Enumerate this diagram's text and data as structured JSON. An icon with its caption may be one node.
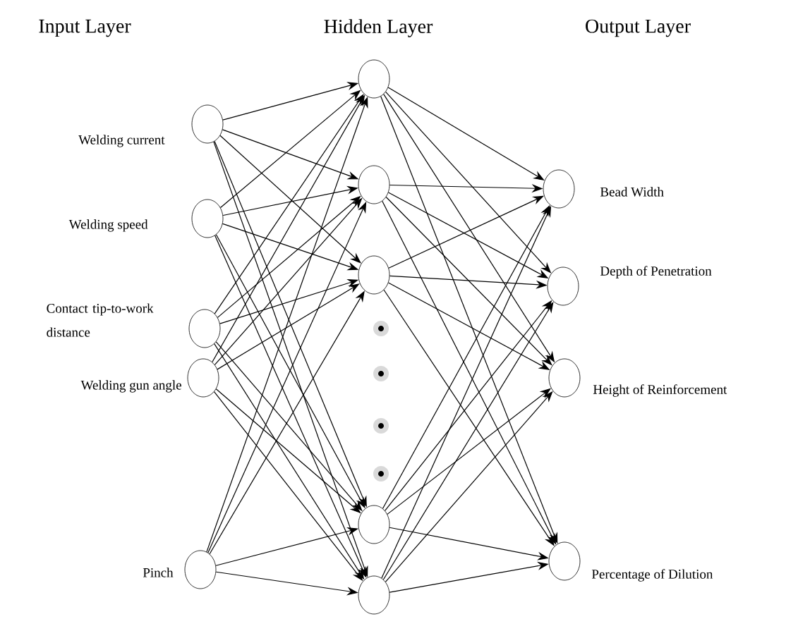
{
  "diagram": {
    "nodes": [
      {
        "text": [],
        "shape": "circle",
        "beside": [
          "Welding current"
        ]
      },
      {
        "text": [],
        "shape": "circle",
        "beside": [
          "Welding speed"
        ]
      },
      {
        "text": [],
        "shape": "circle",
        "beside": [
          "Contact tip-to-work distance"
        ]
      },
      {
        "text": [],
        "shape": "circle",
        "beside": [
          "Welding gun angle"
        ]
      },
      {
        "text": [],
        "shape": "circle",
        "beside": [
          "Pinch"
        ]
      },
      {
        "text": [],
        "shape": "circle"
      },
      {
        "text": [],
        "shape": "circle"
      },
      {
        "text": [],
        "shape": "circle"
      },
      {
        "text": [],
        "shape": "circle"
      },
      {
        "text": [],
        "shape": "circle"
      },
      {
        "text": [],
        "shape": "circle",
        "beside": [
          "Bead Width"
        ]
      },
      {
        "text": [],
        "shape": "circle",
        "beside": [
          "Depth of Penetration"
        ]
      },
      {
        "text": [],
        "shape": "circle",
        "beside": [
          "Height of Reinforcement"
        ]
      },
      {
        "text": [],
        "shape": "circle",
        "beside": [
          "Percentage of Dilution"
        ]
      }
    ],
    "edges": [
      {
        "from": 0,
        "to": 5,
        "arrow": "to"
      },
      {
        "from": 0,
        "to": 6,
        "arrow": "to"
      },
      {
        "from": 0,
        "to": 7,
        "arrow": "to"
      },
      {
        "from": 0,
        "to": 8,
        "arrow": "to"
      },
      {
        "from": 0,
        "to": 9,
        "arrow": "to"
      },
      {
        "from": 1,
        "to": 5,
        "arrow": "to"
      },
      {
        "from": 1,
        "to": 6,
        "arrow": "to"
      },
      {
        "from": 1,
        "to": 7,
        "arrow": "to"
      },
      {
        "from": 1,
        "to": 8,
        "arrow": "to"
      },
      {
        "from": 1,
        "to": 9,
        "arrow": "to"
      },
      {
        "from": 2,
        "to": 5,
        "arrow": "to"
      },
      {
        "from": 2,
        "to": 6,
        "arrow": "to"
      },
      {
        "from": 2,
        "to": 7,
        "arrow": "to"
      },
      {
        "from": 2,
        "to": 8,
        "arrow": "to"
      },
      {
        "from": 2,
        "to": 9,
        "arrow": "to"
      },
      {
        "from": 3,
        "to": 5,
        "arrow": "to"
      },
      {
        "from": 3,
        "to": 6,
        "arrow": "to"
      },
      {
        "from": 3,
        "to": 7,
        "arrow": "to"
      },
      {
        "from": 3,
        "to": 8,
        "arrow": "to"
      },
      {
        "from": 3,
        "to": 9,
        "arrow": "to"
      },
      {
        "from": 4,
        "to": 5,
        "arrow": "to"
      },
      {
        "from": 4,
        "to": 6,
        "arrow": "to"
      },
      {
        "from": 4,
        "to": 7,
        "arrow": "to"
      },
      {
        "from": 4,
        "to": 8,
        "arrow": "to"
      },
      {
        "from": 4,
        "to": 9,
        "arrow": "to"
      },
      {
        "from": 5,
        "to": 10,
        "arrow": "to"
      },
      {
        "from": 5,
        "to": 11,
        "arrow": "to"
      },
      {
        "from": 5,
        "to": 12,
        "arrow": "to"
      },
      {
        "from": 5,
        "to": 13,
        "arrow": "to"
      },
      {
        "from": 6,
        "to": 10,
        "arrow": "to"
      },
      {
        "from": 6,
        "to": 11,
        "arrow": "to"
      },
      {
        "from": 6,
        "to": 12,
        "arrow": "to"
      },
      {
        "from": 6,
        "to": 13,
        "arrow": "to"
      },
      {
        "from": 7,
        "to": 10,
        "arrow": "to"
      },
      {
        "from": 7,
        "to": 11,
        "arrow": "to"
      },
      {
        "from": 7,
        "to": 12,
        "arrow": "to"
      },
      {
        "from": 7,
        "to": 13,
        "arrow": "to"
      },
      {
        "from": 8,
        "to": 10,
        "arrow": "to"
      },
      {
        "from": 8,
        "to": 11,
        "arrow": "to"
      },
      {
        "from": 8,
        "to": 12,
        "arrow": "to"
      },
      {
        "from": 8,
        "to": 13,
        "arrow": "to"
      },
      {
        "from": 9,
        "to": 10,
        "arrow": "to"
      },
      {
        "from": 9,
        "to": 11,
        "arrow": "to"
      },
      {
        "from": 9,
        "to": 12,
        "arrow": "to"
      },
      {
        "from": 9,
        "to": 13,
        "arrow": "to"
      }
    ],
    "labels": [
      "Input Layer",
      "Hidden Layer",
      "Output Layer"
    ]
  }
}
